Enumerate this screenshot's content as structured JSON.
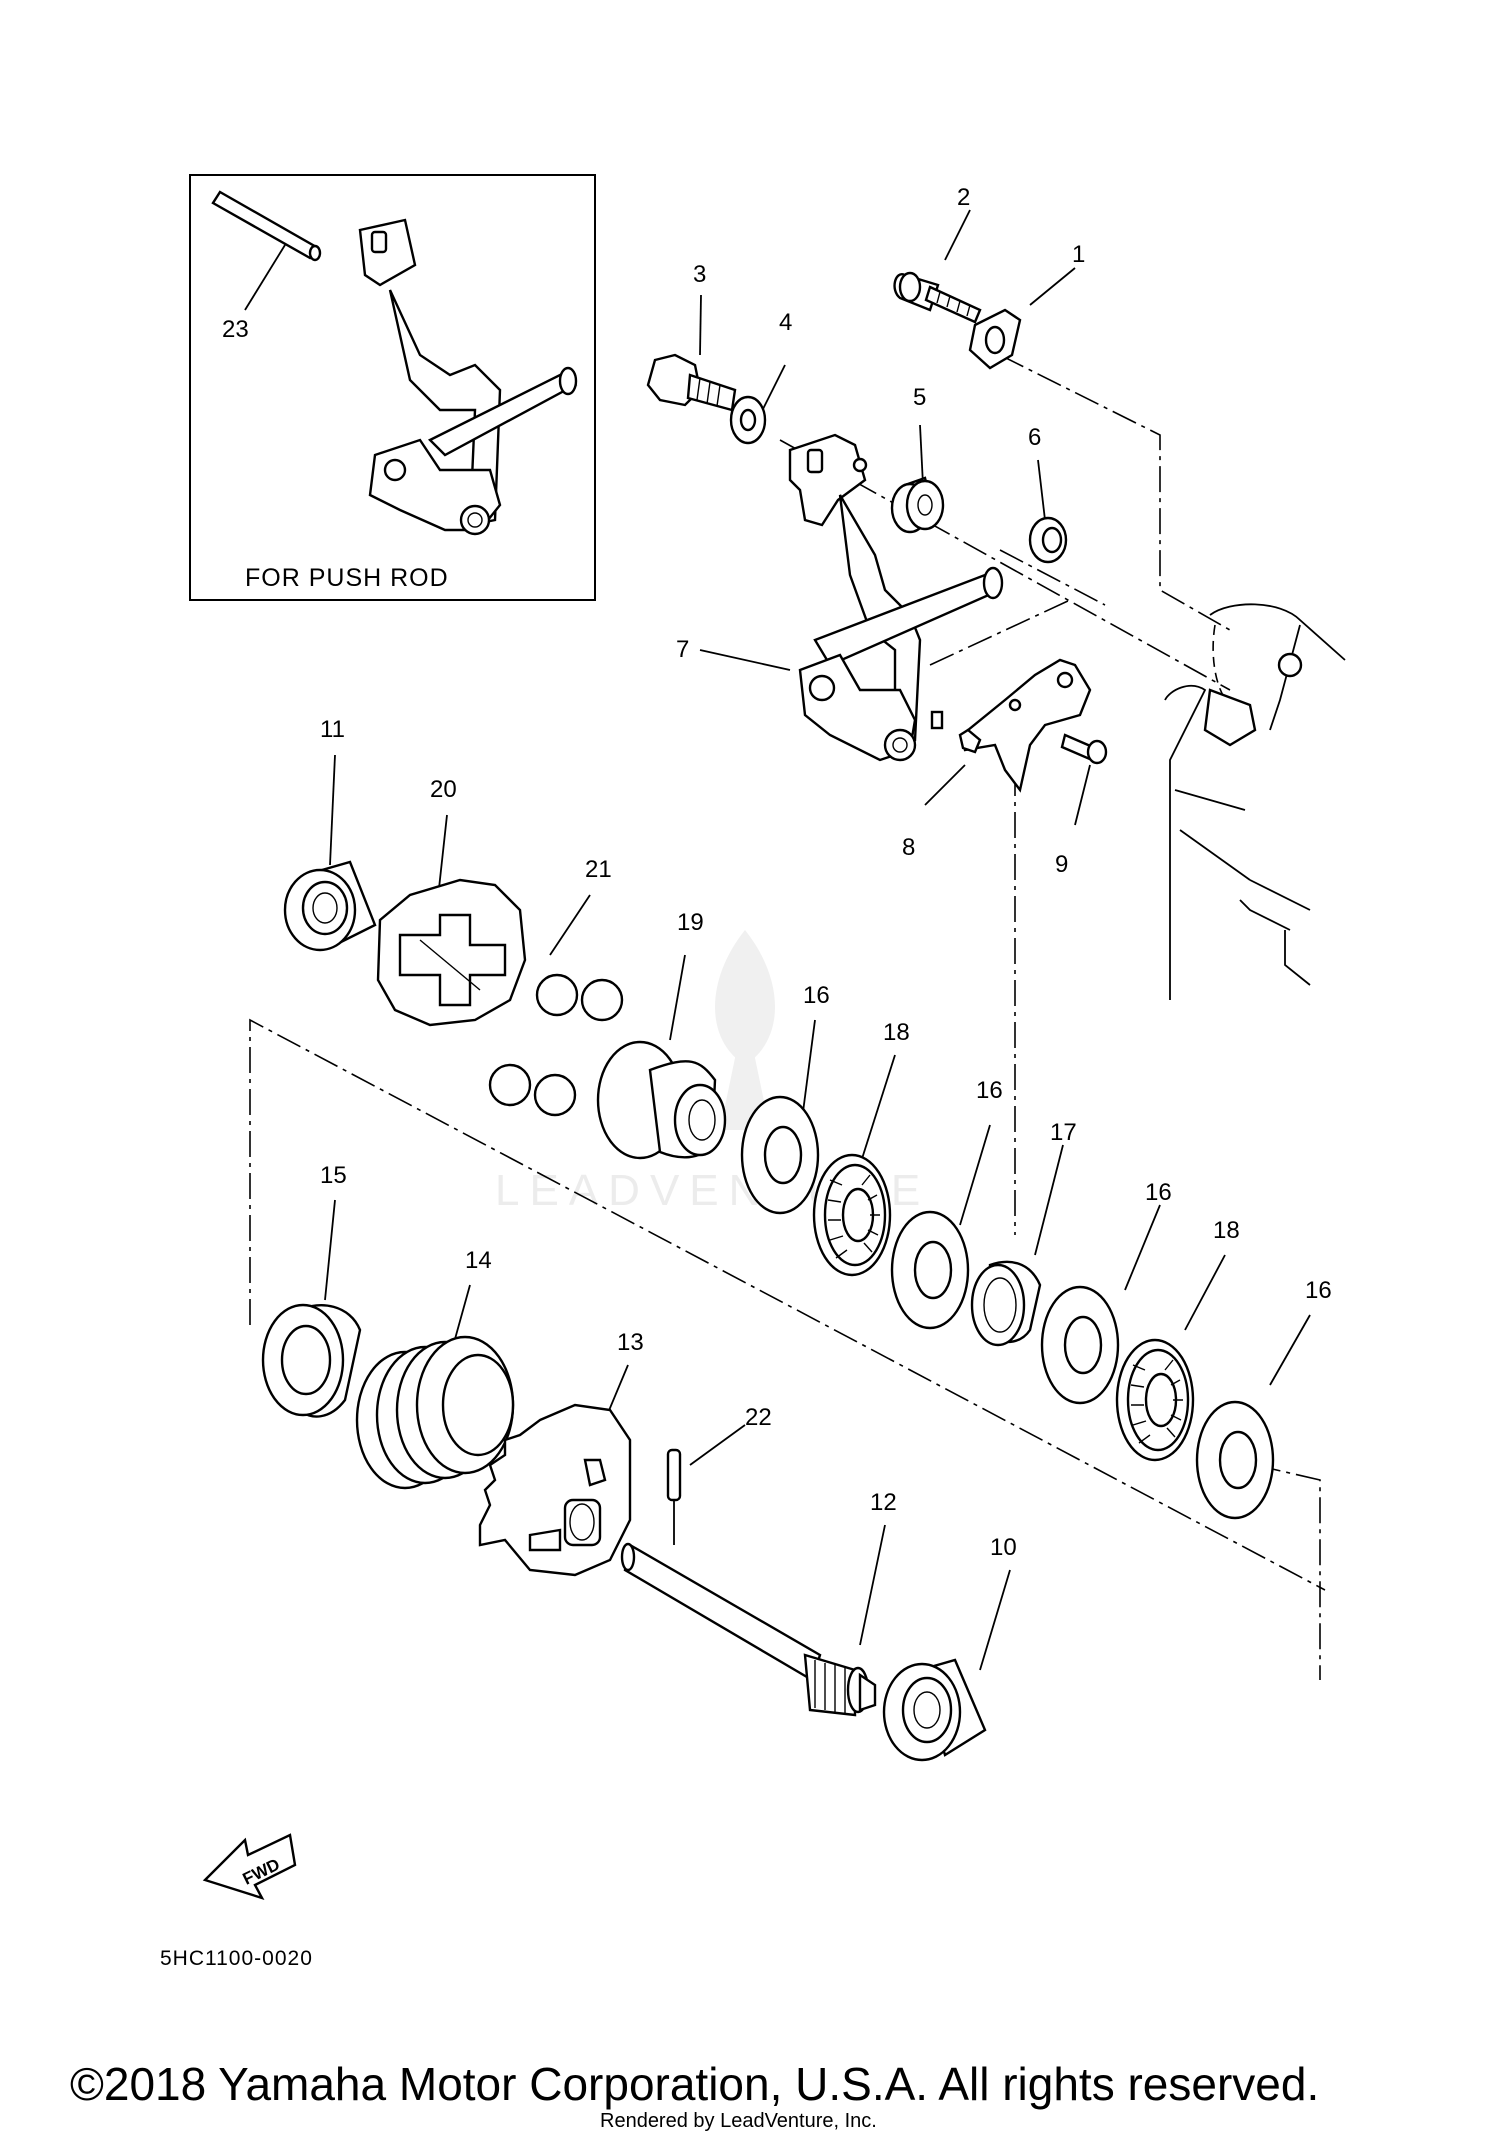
{
  "inset": {
    "label": "FOR PUSH ROD"
  },
  "part_callouts": {
    "p1": "1",
    "p2": "2",
    "p3": "3",
    "p4": "4",
    "p5": "5",
    "p6": "6",
    "p7": "7",
    "p8": "8",
    "p9": "9",
    "p10": "10",
    "p11": "11",
    "p12": "12",
    "p13": "13",
    "p14": "14",
    "p15": "15",
    "p16a": "16",
    "p16b": "16",
    "p16c": "16",
    "p16d": "16",
    "p17": "17",
    "p18a": "18",
    "p18b": "18",
    "p19": "19",
    "p20": "20",
    "p21": "21",
    "p22": "22",
    "p23": "23"
  },
  "fwd_label": "FWD",
  "diagram_code": "5HC1100-0020",
  "watermark": "LEADVENTURE",
  "copyright": "©2018 Yamaha Motor Corporation, U.S.A. All rights reserved.",
  "rendered_by": "Rendered by LeadVenture, Inc."
}
